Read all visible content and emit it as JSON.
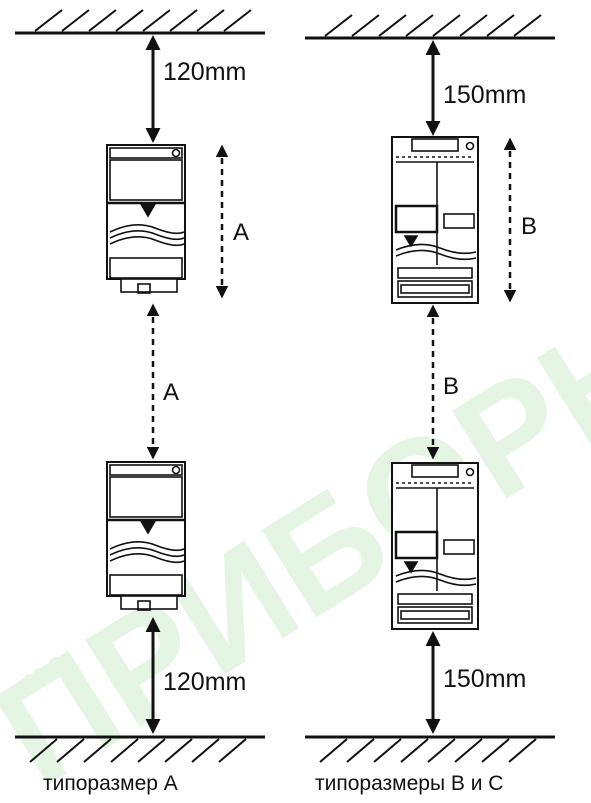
{
  "watermark": {
    "text": "ПРИБОРЫ",
    "small": "м а"
  },
  "left_column": {
    "top_clearance": "120mm",
    "bottom_clearance": "120mm",
    "unit_height_label": "A",
    "gap_label": "A",
    "caption": "типоразмер A"
  },
  "right_column": {
    "top_clearance": "150mm",
    "bottom_clearance": "150mm",
    "unit_height_label": "B",
    "gap_label": "B",
    "caption": "типоразмеры B и C"
  },
  "colors": {
    "line": "#111111",
    "watermark": "#dff5df"
  }
}
